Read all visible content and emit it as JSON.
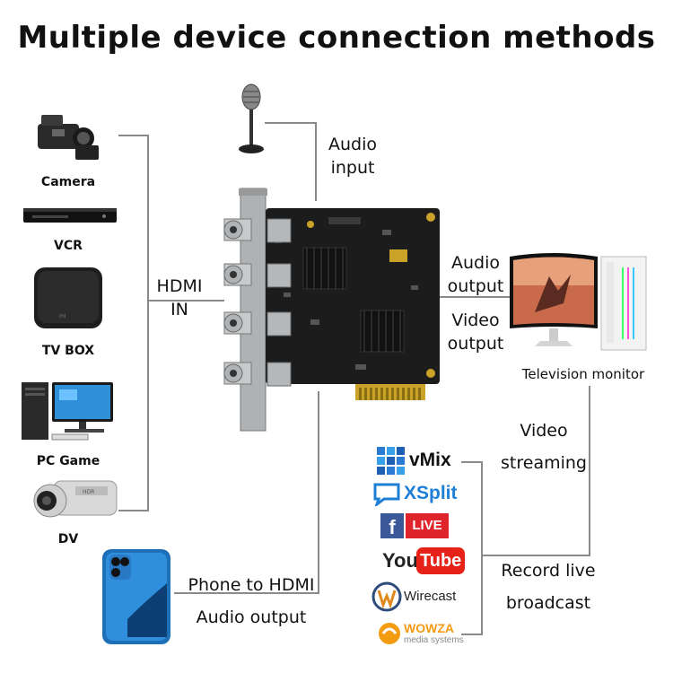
{
  "title": "Multiple device connection methods",
  "devices": [
    {
      "label": "Camera",
      "icon": "camera-icon"
    },
    {
      "label": "VCR",
      "icon": "vcr-icon"
    },
    {
      "label": "TV BOX",
      "icon": "tv-box-icon"
    },
    {
      "label": "PC Game",
      "icon": "pc-icon"
    },
    {
      "label": "DV",
      "icon": "camcorder-icon"
    }
  ],
  "hdmi_in": {
    "line1": "HDMI",
    "line2": "IN"
  },
  "audio_input": {
    "line1": "Audio",
    "line2": "input"
  },
  "audio_output": {
    "line1": "Audio",
    "line2": "output"
  },
  "video_output": {
    "line1": "Video",
    "line2": "output"
  },
  "monitor_label": "Television monitor",
  "video_streaming": {
    "line1": "Video",
    "line2": "streaming"
  },
  "record_live": {
    "line1": "Record live",
    "line2": "broadcast"
  },
  "phone": {
    "line1": "Phone to HDMI",
    "line2": "Audio output"
  },
  "software": {
    "vmix": "vMix",
    "xsplit": "XSplit",
    "facebook_live": "LIVE",
    "youtube_you": "You",
    "youtube_tube": "Tube",
    "wirecast": "Wirecast",
    "wowza": "WOWZA",
    "wowza_sub": "media systems"
  },
  "colors": {
    "line": "#8a8a8a",
    "pcb": "#1c1c1c",
    "facebook": "#3b5998",
    "live_red": "#e0242b",
    "youtube_red": "#e62117",
    "xsplit_blue": "#1e7fd6",
    "wowza_orange": "#f39c12"
  }
}
